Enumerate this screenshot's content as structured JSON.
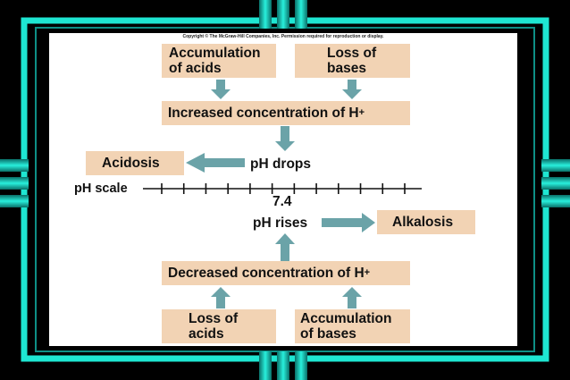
{
  "copyright": "Copyright © The McGraw-Hill Companies, Inc. Permission required for reproduction or display.",
  "boxes": {
    "acc_acids_l1": "Accumulation",
    "acc_acids_l2": "of acids",
    "loss_bases_l1": "Loss of",
    "loss_bases_l2": "bases",
    "inc_h": "Increased concentration of H",
    "acidosis": "Acidosis",
    "alkalosis": "Alkalosis",
    "dec_h": "Decreased concentration of H",
    "loss_acids_l1": "Loss of",
    "loss_acids_l2": "acids",
    "acc_bases_l1": "Accumulation",
    "acc_bases_l2": "of bases",
    "plus": "+"
  },
  "labels": {
    "ph_drops": "pH drops",
    "ph_rises": "pH rises",
    "ph_scale": "pH scale",
    "neutral_value": "7.4"
  },
  "colors": {
    "box_fill": "#f2d3b4",
    "arrow": "#6ba3a8",
    "frame_teal": "#1ee6d2",
    "background": "#000000"
  },
  "scale": {
    "tick_count": 12,
    "center_value": "7.4"
  }
}
